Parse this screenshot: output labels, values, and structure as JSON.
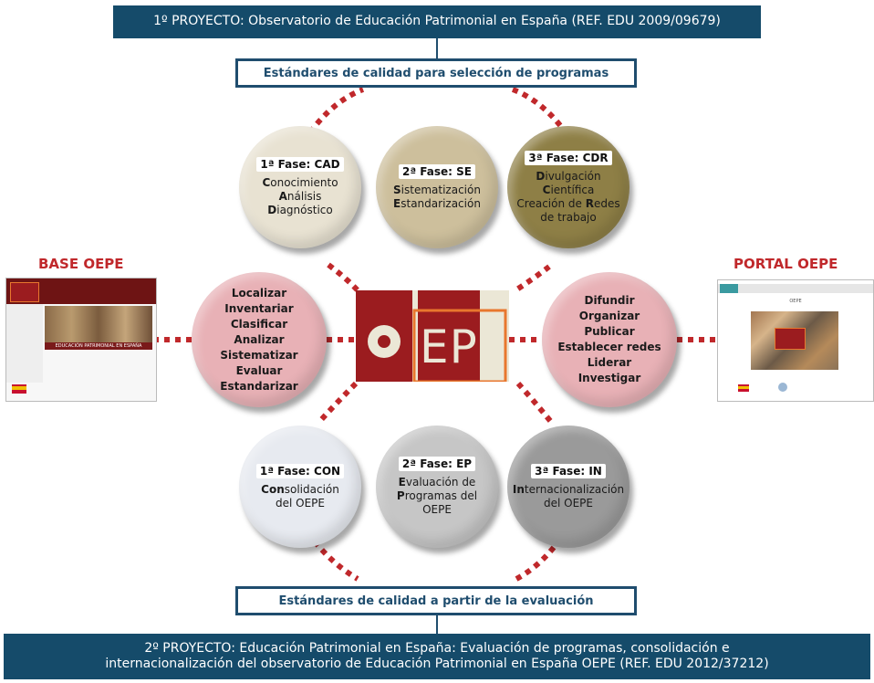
{
  "project1": "1º PROYECTO: Observatorio de Educación Patrimonial en España (REF. EDU 2009/09679)",
  "standards_top": "Estándares de calidad para selección de programas",
  "standards_bottom": "Estándares de calidad a partir de la evaluación",
  "project2_line1": "2º PROYECTO: Educación Patrimonial en España: Evaluación de programas, consolidación e",
  "project2_line2": "internacionalización del observatorio de Educación Patrimonial en España OEPE (REF. EDU 2012/37212)",
  "colors": {
    "navy": "#154b6a",
    "dashed_connector": "#c0282b",
    "logo_red": "#9b1c1f",
    "logo_cream": "#ebe7d6",
    "logo_orange": "#e8772e",
    "pink": "#e8b1b6",
    "beige": "#e8e2d2",
    "tan": "#cdbf9c",
    "olive": "#8e7f46",
    "light_gray": "#e7eaf0",
    "mid_gray": "#c6c6c6",
    "dark_gray": "#9a9a9a"
  },
  "phases_top": [
    {
      "title": "1ª Fase: CAD",
      "lines": [
        [
          "C",
          "onocimiento"
        ],
        [
          "A",
          "nálisis"
        ],
        [
          "D",
          "iagnóstico"
        ]
      ]
    },
    {
      "title": "2ª Fase: SE",
      "lines": [
        [
          "S",
          "istematización"
        ],
        [
          "E",
          "standarización"
        ]
      ]
    },
    {
      "title": "3ª Fase: CDR",
      "lines": [
        [
          "D",
          "ivulgación"
        ],
        [
          "C",
          "ientífica"
        ],
        [
          "",
          "Creación de "
        ],
        [
          "R",
          "edes"
        ],
        [
          "",
          "de trabajo"
        ]
      ]
    }
  ],
  "phases_bottom": [
    {
      "title": "1ª Fase: CON",
      "lines": [
        [
          "Con",
          "solidación"
        ],
        [
          "",
          "del OEPE"
        ]
      ]
    },
    {
      "title": "2ª Fase: EP",
      "lines": [
        [
          "E",
          "valuación de"
        ],
        [
          "P",
          "rogramas del"
        ],
        [
          "",
          "OEPE"
        ]
      ]
    },
    {
      "title": "3ª Fase: IN",
      "lines": [
        [
          "In",
          "ternacionalización"
        ],
        [
          "",
          "del OEPE"
        ]
      ]
    }
  ],
  "base_title": "BASE OEPE",
  "portal_title": "PORTAL OEPE",
  "left_verbs": [
    "Localizar",
    "Inventariar",
    "Clasificar",
    "Analizar",
    "Sistematizar",
    "Evaluar",
    "Estandarizar"
  ],
  "right_verbs": [
    "Difundir",
    "Organizar",
    "Publicar",
    "Establecer redes",
    "Liderar",
    "Investigar"
  ],
  "logo_text": "EPE",
  "base_banner": "EDUCACIÓN PATRIMONIAL EN ESPAÑA",
  "portal_header": "OEPE"
}
